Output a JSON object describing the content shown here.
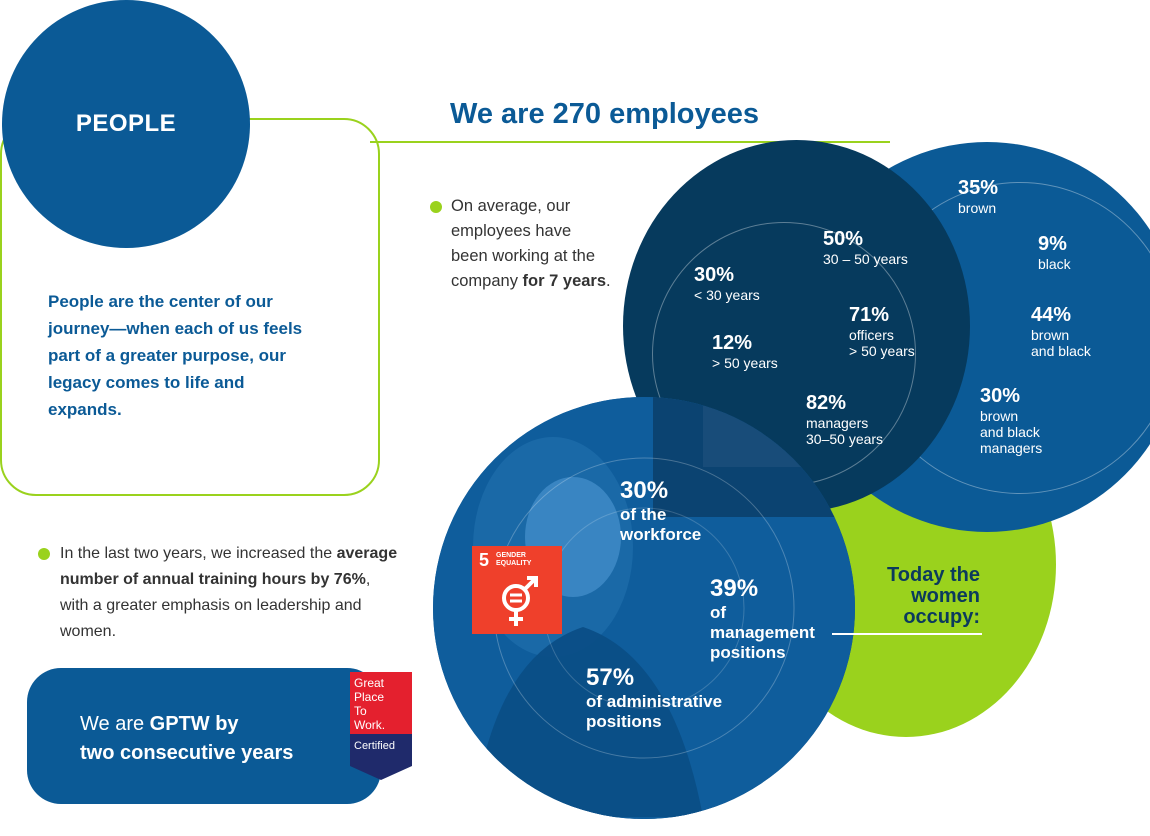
{
  "header": {
    "section": "PEOPLE",
    "headline": "We are 270 employees"
  },
  "intro": "People are the center of our journey—when  each of us feels part of a greater purpose, our legacy comes to life and expands.",
  "tenure": {
    "text_before": "On average, our employees have been working at the company ",
    "text_bold": "for 7 years",
    "text_after": "."
  },
  "training": {
    "text_before": "In the last two years, we increased the ",
    "text_bold": "average number of annual training hours by 76%",
    "text_after": ", with a greater emphasis on leadership and women."
  },
  "gptw": {
    "prefix": "We are ",
    "bold1": "GPTW by",
    "bold2": "two consecutive years",
    "badge_lines": [
      "Great",
      "Place",
      "To",
      "Work."
    ],
    "badge_certified": "Certified"
  },
  "age_stats": [
    {
      "value": "30%",
      "label": "< 30 years"
    },
    {
      "value": "50%",
      "label": "30 – 50 years"
    },
    {
      "value": "12%",
      "label": "> 50 years"
    },
    {
      "value": "71%",
      "label1": "officers",
      "label2": "> 50 years"
    },
    {
      "value": "82%",
      "label1": "managers",
      "label2": "30–50 years"
    }
  ],
  "race_stats": [
    {
      "value": "35%",
      "label": "brown"
    },
    {
      "value": "9%",
      "label": "black"
    },
    {
      "value": "44%",
      "label1": "brown",
      "label2": "and black"
    },
    {
      "value": "30%",
      "label1": "brown",
      "label2": "and black",
      "label3": "managers"
    }
  ],
  "women": {
    "title": "Today the women occupy:",
    "stats": [
      {
        "value": "30%",
        "label1": "of the",
        "label2": "workforce"
      },
      {
        "value": "39%",
        "label1": "of",
        "label2": "management",
        "label3": "positions"
      },
      {
        "value": "57%",
        "label1": "of administrative",
        "label2": "positions"
      }
    ]
  },
  "sdg": {
    "number": "5",
    "line1": "GENDER",
    "line2": "EQUALITY"
  },
  "colors": {
    "brand_blue": "#0b5a96",
    "dark_navy": "#063a5d",
    "lime": "#9ad21d",
    "sdg_red": "#ef402b"
  }
}
